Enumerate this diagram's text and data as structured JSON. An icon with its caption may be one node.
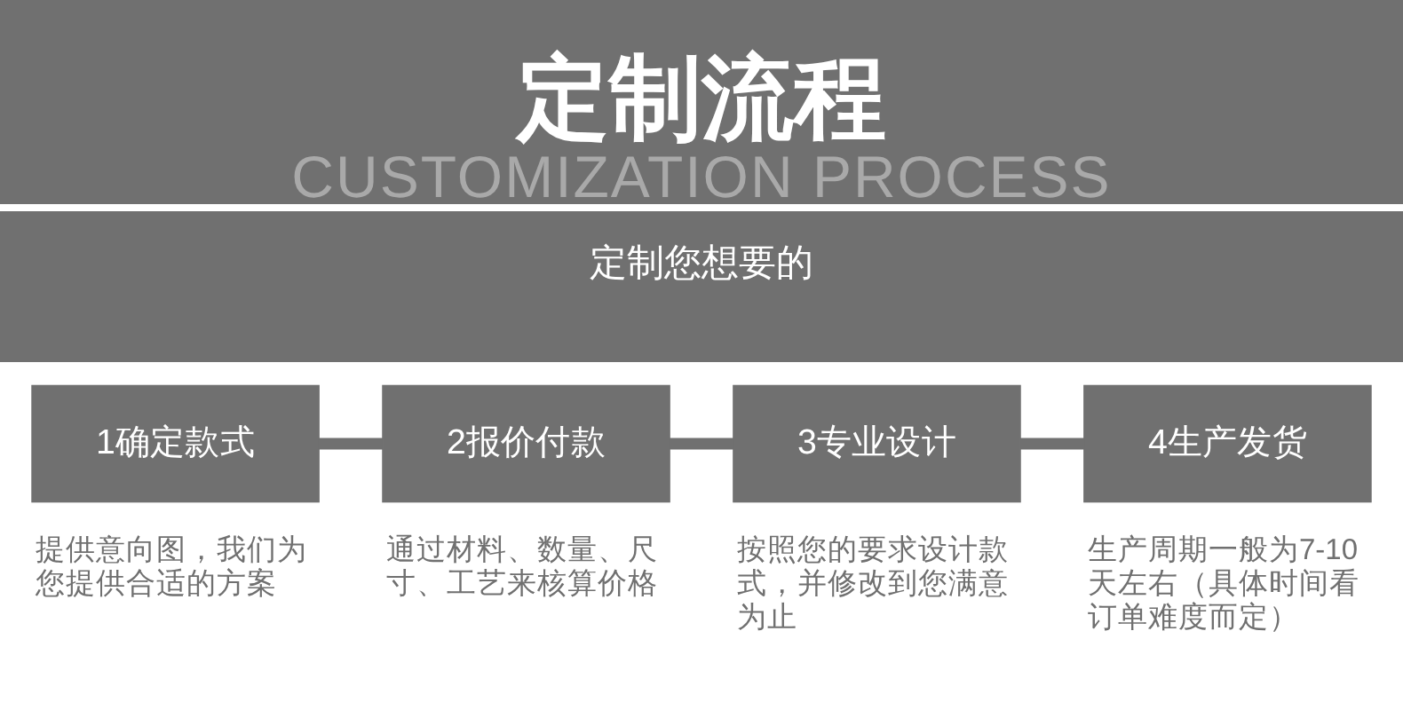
{
  "diagram": {
    "title": "定制流程",
    "nodes": [
      {
        "text": [
          "1确定款式"
        ],
        "beside": [
          "提供意向图，我们为您提供合适的方案"
        ]
      },
      {
        "text": [
          "2报价付款"
        ],
        "beside": [
          "通过材料、数量、尺寸、工艺来核算价格"
        ]
      },
      {
        "text": [
          "3专业设计"
        ],
        "beside": [
          "按照您的要求设计款式，并修改到您满意为止"
        ]
      },
      {
        "text": [
          "4生产发货"
        ],
        "beside": [
          "生产周期一般为7-10天左右（具体时间看订单难度而定）"
        ]
      }
    ],
    "edges": [
      {
        "from": 0,
        "to": 1,
        "arrow": "none"
      },
      {
        "from": 1,
        "to": 2,
        "arrow": "none"
      },
      {
        "from": 2,
        "to": 3,
        "arrow": "none"
      }
    ],
    "labels": [
      "CUSTOMIZATION PROCESS",
      "定制您想要的"
    ]
  }
}
